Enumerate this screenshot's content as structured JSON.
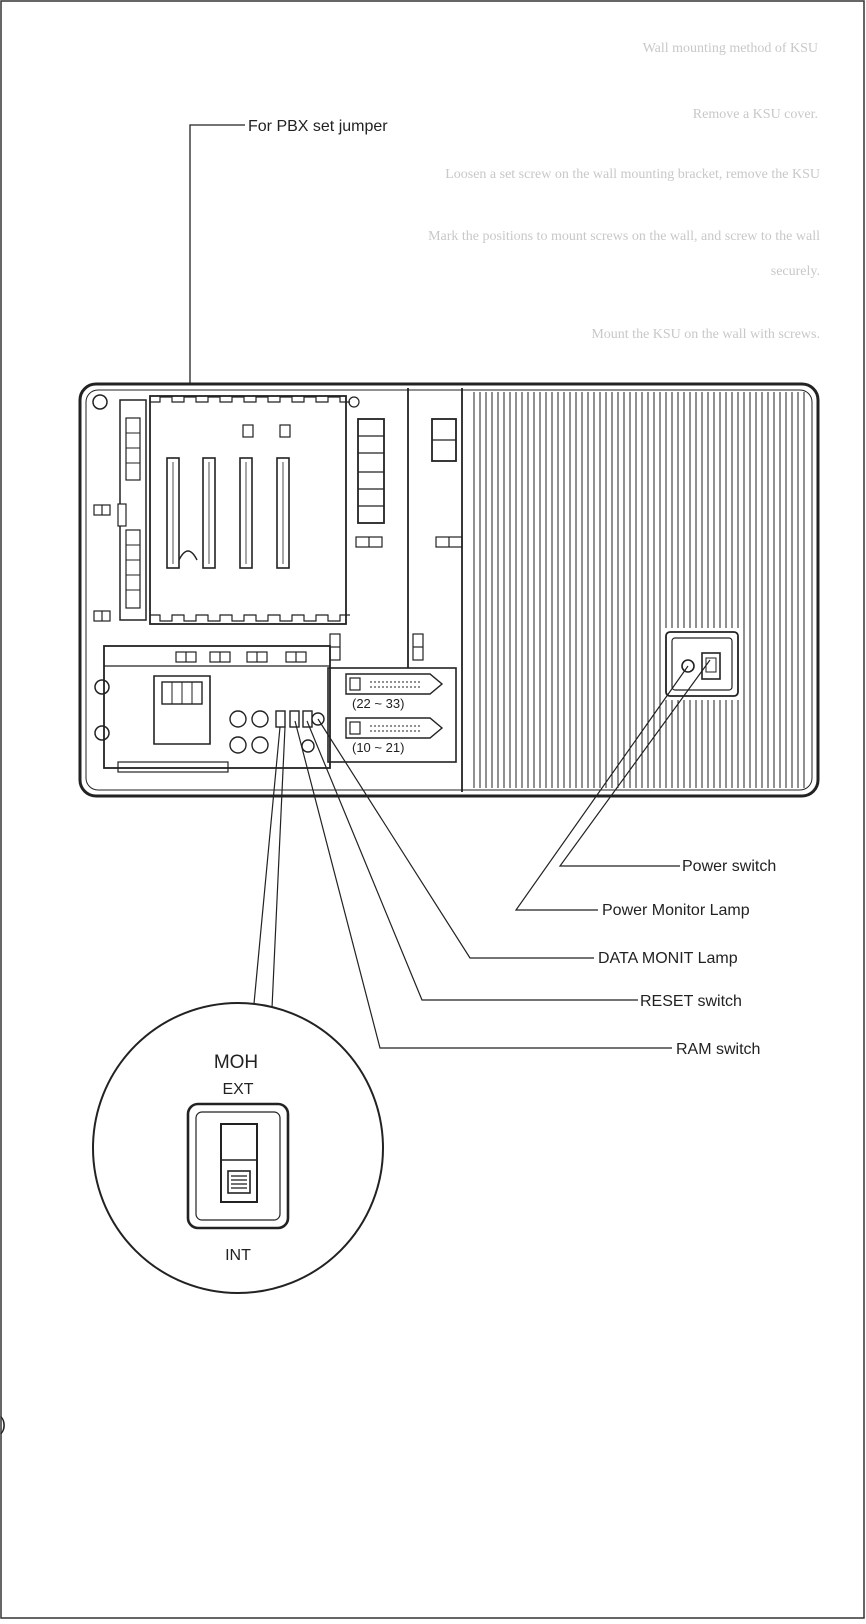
{
  "labels": {
    "pbx_jumper": "For PBX set jumper",
    "power_switch": "Power switch",
    "power_monitor_lamp": "Power Monitor Lamp",
    "data_monit_lamp": "DATA MONIT Lamp",
    "reset_switch": "RESET switch",
    "ram_switch": "RAM switch"
  },
  "connectors": {
    "upper_range": "(22 ~ 33)",
    "lower_range": "(10 ~ 21)"
  },
  "inset": {
    "title": "MOH",
    "top_position": "EXT",
    "bottom_position": "INT"
  },
  "bleed_text": {
    "line1": "Wall mounting method of KSU",
    "line2": "Remove a KSU cover.",
    "line3": "Loosen a set screw on the wall mounting bracket, remove the KSU",
    "line4": "Mark the positions to mount screws on the wall, and screw to the wall",
    "line5": "securely.",
    "line6": "Mount the KSU on the wall with screws."
  },
  "side_marker": ")"
}
